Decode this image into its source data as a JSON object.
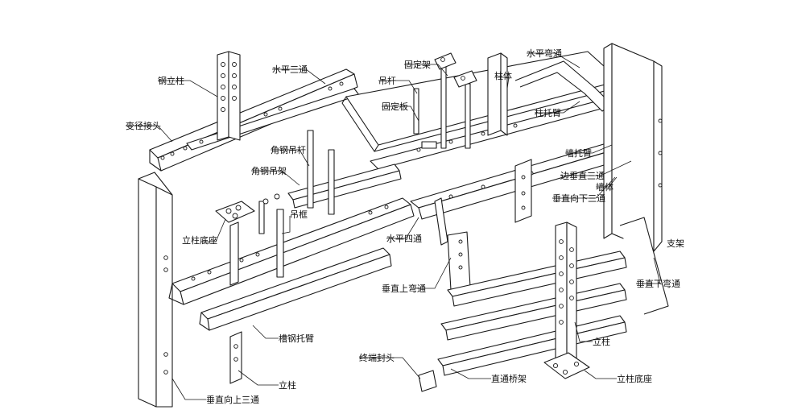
{
  "labels": {
    "steel_column_top": "钢立柱",
    "reducer_joint": "变径接头",
    "horizontal_tee": "水平三通",
    "fixed_bracket": "固定架",
    "hanger_rod": "吊杆",
    "fixed_plate": "固定板",
    "column_wall_top": "柱体",
    "horizontal_elbow": "水平弯通",
    "column_bracket": "柱托臂",
    "angle_hanger_rod": "角钢吊杆",
    "angle_hanger": "角钢吊架",
    "wall_bracket": "墙托臂",
    "edge_vertical_tee": "边垂直三通",
    "vertical_down_tee": "垂直向下三通",
    "wall": "墙体",
    "column_base_left": "立柱底座",
    "hanger_frame": "吊框",
    "horizontal_cross": "水平四通",
    "support_partial": "支架",
    "vertical_up_elbow": "垂直上弯通",
    "vertical_down_elbow": "垂直下弯通",
    "channel_bracket": "槽钢托臂",
    "end_cap": "终端封头",
    "column_lower": "立柱",
    "column_right": "立柱",
    "column_base_right": "立柱底座",
    "straight_tray": "直通桥架",
    "vertical_up_tee": "垂直向上三通"
  }
}
